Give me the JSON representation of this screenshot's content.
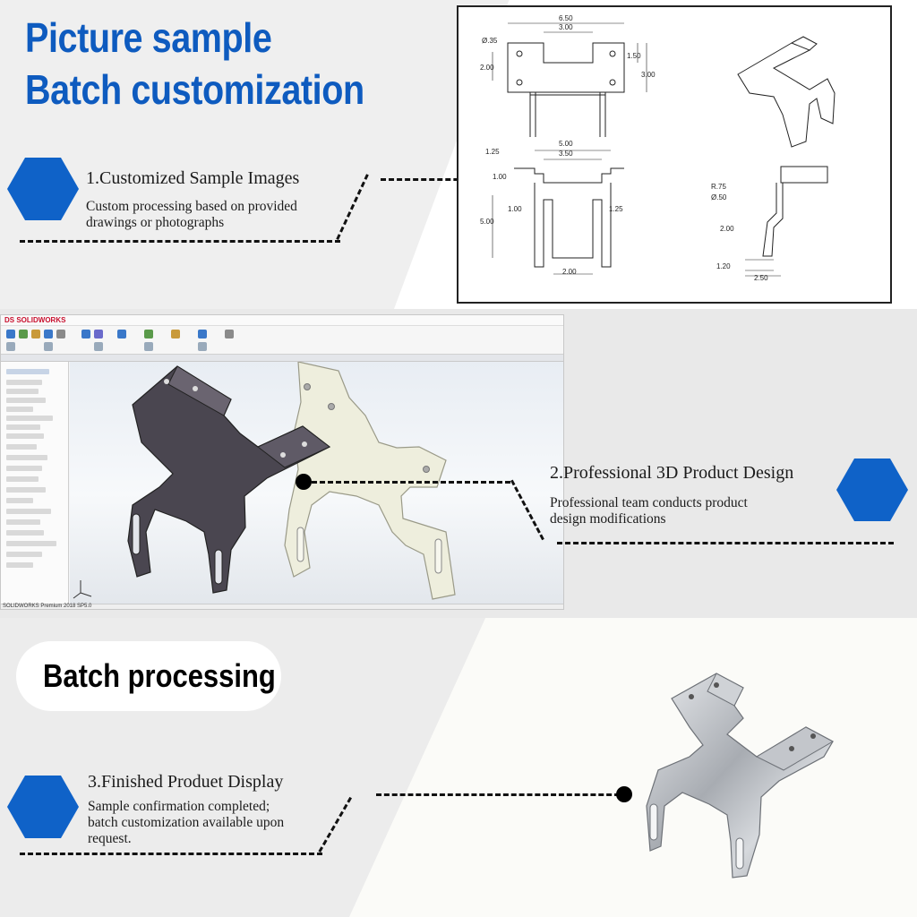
{
  "header": {
    "title_line1": "Picture sample",
    "title_line2": "Batch customization"
  },
  "features": [
    {
      "title": "1.Customized Sample Images",
      "description_line1": "Custom processing based on provided",
      "description_line2": "drawings or photographs"
    },
    {
      "title": "2.Professional 3D Product Design",
      "description_line1": "Professional team conducts product",
      "description_line2": "design modifications"
    },
    {
      "title": "3.Finished Produet Display",
      "description_line1": "Sample confirmation completed;",
      "description_line2": "batch customization available upon",
      "description_line3": "request."
    }
  ],
  "batch_label": "Batch processing",
  "drawing": {
    "dims": {
      "w650": "6.50",
      "w300": "3.00",
      "h150": "1.50",
      "h300": "3.00",
      "h200": "2.00",
      "d35": "Ø.35",
      "w500": "5.00",
      "w350": "3.50",
      "h125a": "1.25",
      "h100a": "1.00",
      "h100b": "1.00",
      "h125b": "1.25",
      "h500": "5.00",
      "w200": "2.00",
      "r75": "R.75",
      "d50": "Ø.50",
      "s200": "2.00",
      "s120": "1.20",
      "s250": "2.50"
    }
  },
  "cad": {
    "logo": "DS SOLIDWORKS",
    "status": "SOLIDWORKS Premium 2018 SP5.0"
  },
  "colors": {
    "accent_blue": "#0f62c8",
    "title_blue": "#0e5bbf",
    "part_dark": "#4a4650",
    "part_light": "#eeeedd",
    "steel": "#b9bcc1"
  },
  "icons": [
    "hexagon-bullet-icon",
    "connector-dot-icon"
  ]
}
